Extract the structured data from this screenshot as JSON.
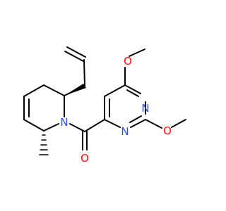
{
  "molecule": {
    "atoms": [
      {
        "symbol": "O",
        "color": "#ff0d0d"
      },
      {
        "symbol": "N",
        "color": "#3050f8"
      },
      {
        "symbol": "N",
        "color": "#3050f8"
      },
      {
        "symbol": "O",
        "color": "#ff0d0d"
      },
      {
        "symbol": "O",
        "color": "#ff0d0d"
      },
      {
        "symbol": "N",
        "color": "#3050f8"
      }
    ],
    "bond_color": "#000000",
    "background": "#ffffff"
  }
}
